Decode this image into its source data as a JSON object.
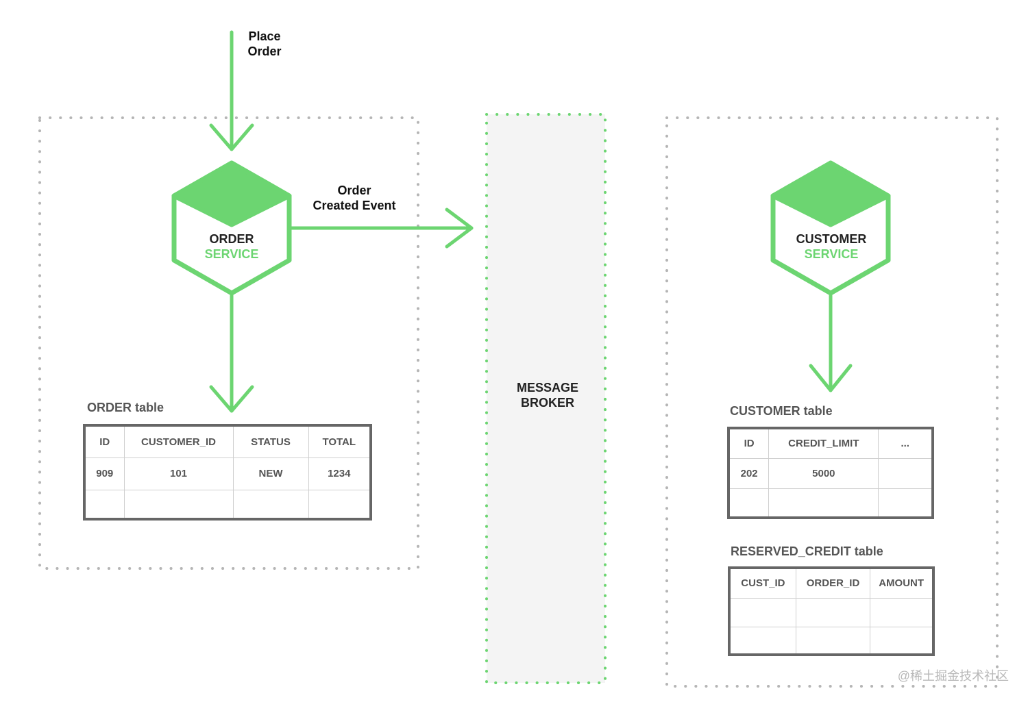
{
  "colors": {
    "accent": "#6cd571",
    "border": "#666666",
    "dots": "#b5b5b5",
    "broker_fill": "#f4f4f4"
  },
  "icons": {
    "service": "hexagon-cube-icon"
  },
  "flows": {
    "place_order": [
      "Place",
      "Order"
    ],
    "order_created_event": [
      "Order",
      "Created Event"
    ]
  },
  "order_service": {
    "name": "ORDER",
    "kind": "SERVICE"
  },
  "customer_service": {
    "name": "CUSTOMER",
    "kind": "SERVICE"
  },
  "message_broker": [
    "MESSAGE",
    "BROKER"
  ],
  "order_table": {
    "title": "ORDER table",
    "columns": [
      "ID",
      "CUSTOMER_ID",
      "STATUS",
      "TOTAL"
    ],
    "rows": [
      [
        "909",
        "101",
        "NEW",
        "1234"
      ],
      [
        "",
        "",
        "",
        ""
      ]
    ]
  },
  "customer_table": {
    "title": "CUSTOMER table",
    "columns": [
      "ID",
      "CREDIT_LIMIT",
      "..."
    ],
    "rows": [
      [
        "202",
        "5000",
        ""
      ],
      [
        "",
        "",
        ""
      ]
    ]
  },
  "reserved_credit_table": {
    "title": "RESERVED_CREDIT table",
    "columns": [
      "CUST_ID",
      "ORDER_ID",
      "AMOUNT"
    ],
    "rows": [
      [
        "",
        "",
        ""
      ],
      [
        "",
        "",
        ""
      ]
    ]
  },
  "watermark": "@稀土掘金技术社区"
}
